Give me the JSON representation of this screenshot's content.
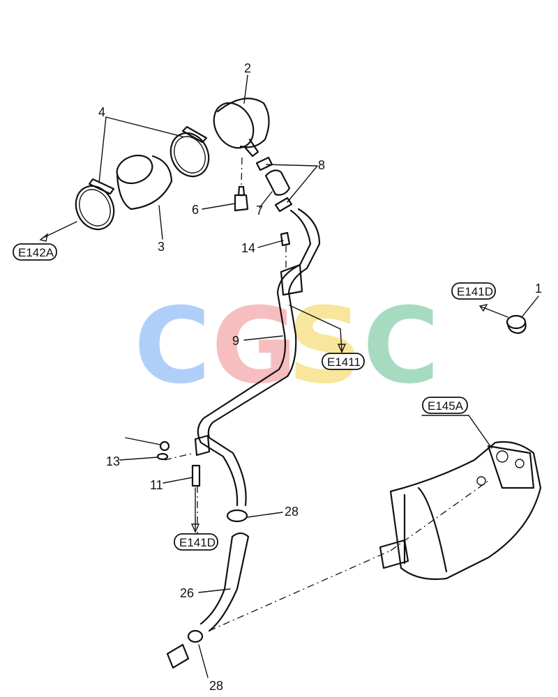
{
  "part_numbers": {
    "n1": "1",
    "n2": "2",
    "n3": "3",
    "n4": "4",
    "n6": "6",
    "n7": "7",
    "n8": "8",
    "n9": "9",
    "n11": "11",
    "n13": "13",
    "n14": "14",
    "n26": "26",
    "n28a": "28",
    "n28b": "28"
  },
  "references": {
    "e142a": "E142A",
    "e141d_top": "E141D",
    "e1411": "E1411",
    "e145a": "E145A",
    "e141d_bottom": "E141D"
  },
  "watermark": {
    "letters": [
      "C",
      "G",
      "S",
      "C"
    ],
    "colors": [
      "#6fa8f5",
      "#f08a8a",
      "#f2d24a",
      "#5fbf8f"
    ]
  }
}
